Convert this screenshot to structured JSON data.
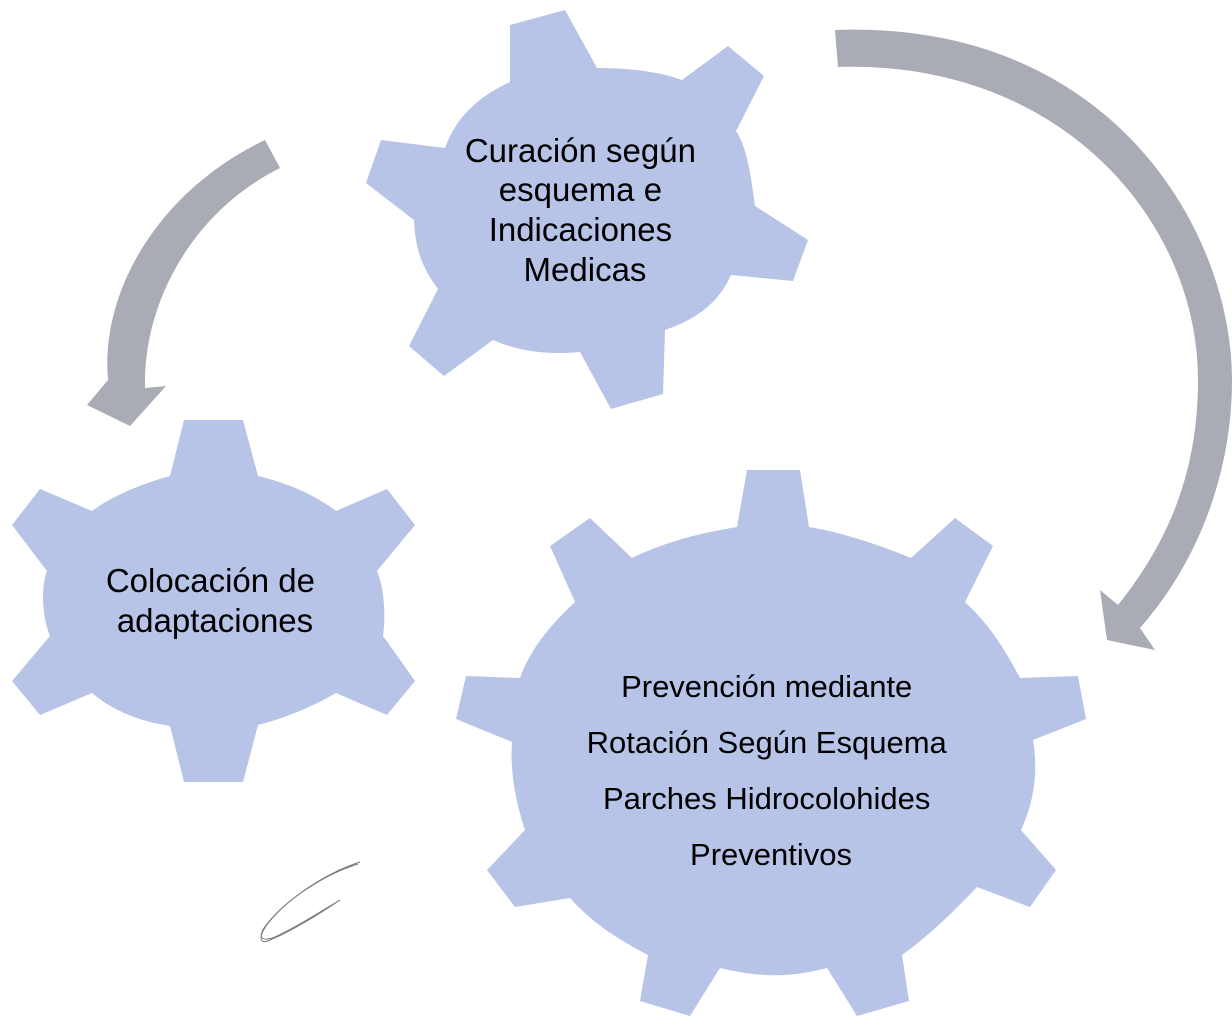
{
  "diagram": {
    "type": "gear-cycle",
    "gears": [
      {
        "id": "curacion",
        "lines": [
          "Curación según",
          "esquema e",
          "Indicaciones",
          "Medicas"
        ]
      },
      {
        "id": "colocacion",
        "lines": [
          "Colocación de",
          "adaptaciones"
        ]
      },
      {
        "id": "prevencion",
        "lines": [
          "Prevención mediante",
          "Rotación Según Esquema",
          "Parches Hidrocolohides",
          "Preventivos"
        ]
      }
    ],
    "colors": {
      "gear_fill": "#b7c3e7",
      "arrow_fill": "#a9abb5",
      "sketch_stroke": "#7a7a7a"
    }
  }
}
